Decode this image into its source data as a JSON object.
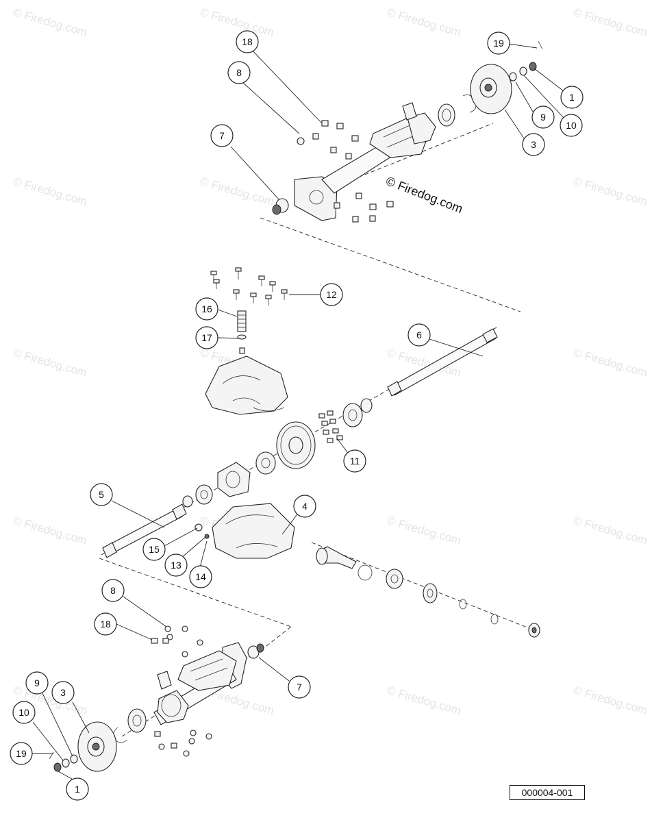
{
  "watermark": {
    "main_text": "© Firedog.com",
    "tile_text": "© Firedog.com"
  },
  "diagram_id": "000004-001",
  "callouts": {
    "c18_top": "18",
    "c8_top": "8",
    "c7_top": "7",
    "c19_top": "19",
    "c1_top": "1",
    "c9_top": "9",
    "c10_top": "10",
    "c3_top": "3",
    "c12": "12",
    "c16": "16",
    "c17": "17",
    "c6": "6",
    "c11": "11",
    "c5": "5",
    "c4": "4",
    "c15": "15",
    "c13": "13",
    "c14": "14",
    "c8_bot": "8",
    "c18_bot": "18",
    "c7_bot": "7",
    "c9_bot": "9",
    "c3_bot": "3",
    "c10_bot": "10",
    "c19_bot": "19",
    "c1_bot": "1"
  },
  "colors": {
    "line": "#222222",
    "watermark": "#e4e4e4",
    "part_fill": "#f4f4f4"
  }
}
